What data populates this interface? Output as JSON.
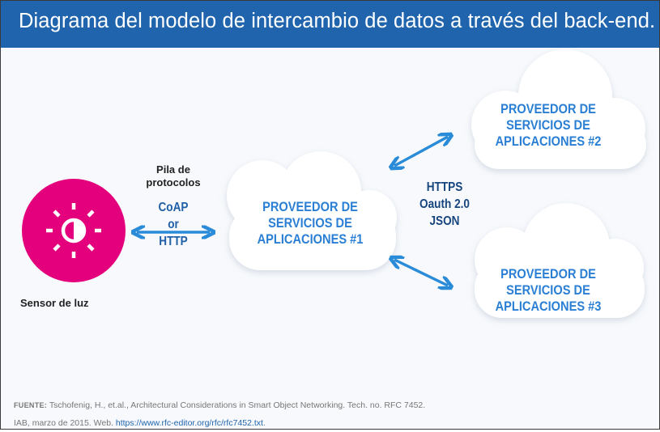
{
  "title": "Diagrama del modelo de intercambio de datos a través del back-end.",
  "sensor": {
    "label": "Sensor de luz",
    "icon": "light-sensor-icon",
    "color": "#e4007c"
  },
  "protocol_stack": {
    "heading_line1": "Pila de",
    "heading_line2": "protocolos",
    "line1": "CoAP",
    "line2": "or",
    "line3": "HTTP"
  },
  "backend_protocols": {
    "line1": "HTTPS",
    "line2": "Oauth 2.0",
    "line3": "JSON"
  },
  "providers": [
    {
      "line1": "PROVEEDOR DE",
      "line2": "SERVICIOS DE",
      "line3": "APLICACIONES #1"
    },
    {
      "line1": "PROVEEDOR DE",
      "line2": "SERVICIOS DE",
      "line3": "APLICACIONES #2"
    },
    {
      "line1": "PROVEEDOR DE",
      "line2": "SERVICIOS DE",
      "line3": "APLICACIONES #3"
    }
  ],
  "source": {
    "lead": "FUENTE:",
    "text1": " Tschofenig, H., et.al., Architectural Considerations in Smart Object Networking. Tech. no. RFC 7452.",
    "text2": "IAB, marzo de 2015. Web. ",
    "link": "https://www.rfc-editor.org/rfc/rfc7452.txt",
    "after_link": "."
  },
  "colors": {
    "header_bg": "#1f64ad",
    "accent": "#2a8bd8",
    "cloud_fill": "#ffffff",
    "sensor": "#e4007c"
  }
}
